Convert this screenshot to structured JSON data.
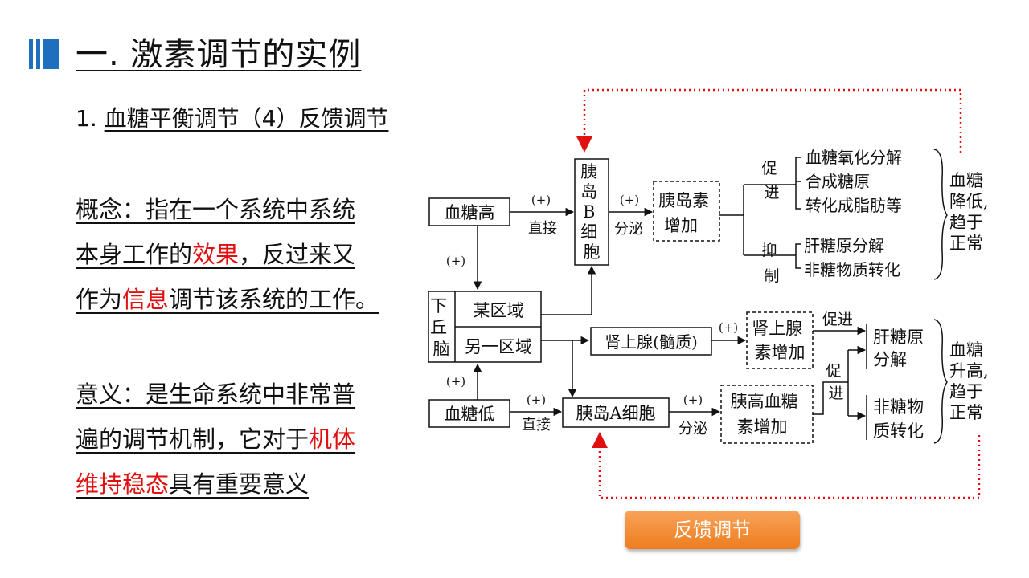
{
  "heading": "一. 激素调节的实例",
  "subtitle": {
    "prefix": "1. ",
    "text": "血糖平衡调节（4）反馈调节"
  },
  "concept": {
    "line1": "概念：指在一个系统中系统",
    "line2_a": "本身工作的",
    "line2_red": "效果",
    "line2_b": "，反过来又",
    "line3_a": "作为",
    "line3_red": "信息",
    "line3_b": "调节该系统的工作。"
  },
  "meaning": {
    "line1": "意义：是生命系统中非常普",
    "line2_a": "遍的调节机制，它对于",
    "line2_red": "机体",
    "line3_red": "维持稳态",
    "line3_b": "具有重要意义"
  },
  "diagram": {
    "high_glucose": "血糖高",
    "low_glucose": "血糖低",
    "plus": "(+)",
    "direct": "直接",
    "secrete": "分泌",
    "beta_cell": [
      "胰",
      "岛",
      "B",
      "细",
      "胞"
    ],
    "insulin_up": [
      "胰岛素",
      "增加"
    ],
    "promote": [
      "促",
      "进"
    ],
    "inhibit": [
      "抑",
      "制"
    ],
    "promote_items": [
      "血糖氧化分解",
      "合成糖原",
      "转化成脂肪等"
    ],
    "inhibit_items": [
      "肝糖原分解",
      "非糖物质转化"
    ],
    "result_low": [
      "血糖",
      "降低,",
      "趋于",
      "正常"
    ],
    "hypothalamus": [
      "下",
      "丘",
      "脑"
    ],
    "region1": "某区域",
    "region2": "另一区域",
    "adrenal": "肾上腺(髓质)",
    "adrenaline_up": [
      "肾上腺",
      "素增加"
    ],
    "promote_word": "促进",
    "promote_v": [
      "促",
      "进"
    ],
    "liver_breakdown": [
      "肝糖原",
      "分解"
    ],
    "nonsugar": [
      "非糖物",
      "质转化"
    ],
    "alpha_cell": "胰岛A细胞",
    "glucagon_up": [
      "胰高血糖",
      "素增加"
    ],
    "result_high": [
      "血糖",
      "升高,",
      "趋于",
      "正常"
    ]
  },
  "button": {
    "label": "反馈调节"
  },
  "colors": {
    "accent": "#1f6fbf",
    "highlight": "#e01010",
    "button": "#ee7d1f",
    "feedback_line": "#e01010"
  }
}
